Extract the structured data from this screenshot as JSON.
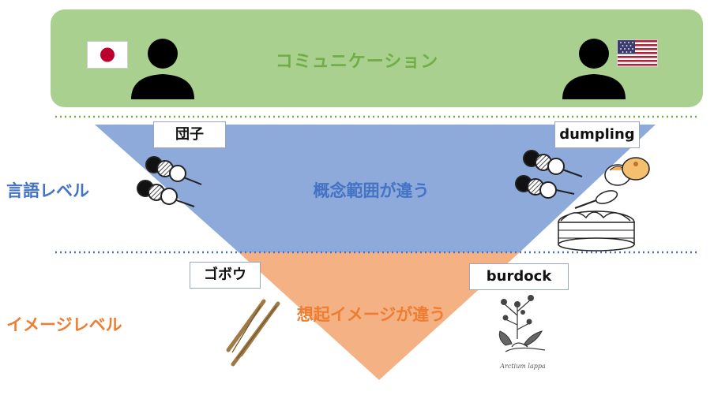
{
  "communication": {
    "title": "コミュニケーション"
  },
  "levels": {
    "language": "言語レベル",
    "image": "イメージレベル"
  },
  "concept_text": "概念範囲が違う",
  "image_text": "想起イメージが違う",
  "labels": {
    "jp_word1": "団子",
    "en_word1": "dumpling",
    "jp_word2": "ゴボウ",
    "en_word2": "burdock"
  },
  "illustration_caption": "Arctium lappa",
  "colors": {
    "green_box": "#a9d08e",
    "green_text": "#70ad47",
    "blue": "#8eaadb",
    "blue_text": "#4472c4",
    "orange": "#f4b183",
    "orange_text": "#ed7d31"
  },
  "icons": [
    "japan-flag-icon",
    "usa-flag-icon",
    "person-icon",
    "dango-icon",
    "dumpling-icon",
    "burdock-root-icon",
    "burdock-plant-icon"
  ]
}
